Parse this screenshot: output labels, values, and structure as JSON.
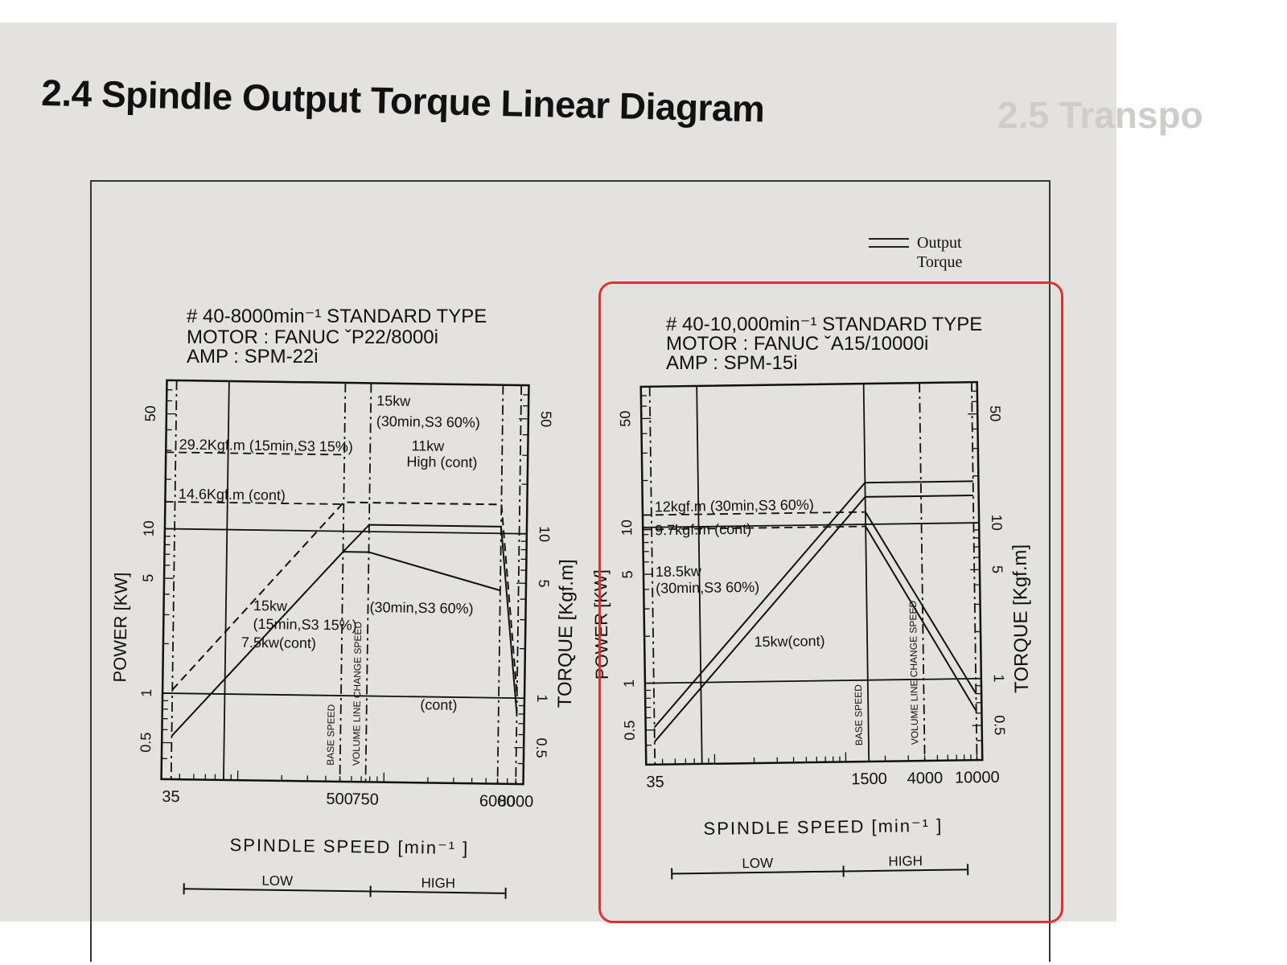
{
  "page": {
    "title": "2.4 Spindle Output Torque Linear Diagram",
    "ghost_heading": "2.5 Transpo",
    "legend": {
      "line1": "Output",
      "line2": "Torque"
    }
  },
  "chart_data": [
    {
      "type": "line",
      "header": {
        "line1": "# 40-8000min⁻¹   STANDARD TYPE",
        "line2": "MOTOR : FANUC  ˇP22/8000i",
        "line3": "AMP : SPM-22i"
      },
      "xscale": "log",
      "xlim": [
        30,
        9000
      ],
      "ylim": [
        0.3,
        80
      ],
      "x_ticks": [
        {
          "v": 35,
          "label": "35"
        },
        {
          "v": 500,
          "label": "500"
        },
        {
          "v": 750,
          "label": "750"
        },
        {
          "v": 6000,
          "label": "6000"
        },
        {
          "v": 8000,
          "label": "8000"
        }
      ],
      "y_ticks": [
        {
          "v": 0.5,
          "label": "0.5"
        },
        {
          "v": 1,
          "label": "1"
        },
        {
          "v": 5,
          "label": "5"
        },
        {
          "v": 10,
          "label": "10"
        },
        {
          "v": 50,
          "label": "50"
        }
      ],
      "xlabel": "SPINDLE  SPEED  [min⁻¹ ]",
      "ylabel_left": "POWER  [KW]",
      "ylabel_right": "TORQUE  [Kgf.m]",
      "vlines": [
        {
          "x": 35,
          "style": "dashdot",
          "label": ""
        },
        {
          "x": 80,
          "style": "solid",
          "label": ""
        },
        {
          "x": 500,
          "style": "dashdot",
          "label": "BASE SPEED"
        },
        {
          "x": 750,
          "style": "dashdot",
          "label": "VOLUME LINE CHANGE SPEED"
        },
        {
          "x": 6000,
          "style": "dashdot",
          "label": ""
        },
        {
          "x": 8000,
          "style": "dashdot",
          "label": ""
        }
      ],
      "hlines": [
        {
          "y": 1,
          "x0": 30,
          "x1": 9000,
          "style": "solid"
        },
        {
          "y": 10,
          "x0": 30,
          "x1": 9000,
          "style": "solid"
        },
        {
          "y": 29.2,
          "x0": 30,
          "x1": 500,
          "style": "dashed"
        },
        {
          "y": 14.6,
          "x0": 30,
          "x1": 500,
          "style": "dashed"
        }
      ],
      "series": [
        {
          "style": "dashed",
          "x": [
            35,
            500,
            750,
            6000,
            8000
          ],
          "y": [
            1.05,
            15,
            15,
            15,
            1.05
          ]
        },
        {
          "style": "solid",
          "x": [
            35,
            500,
            750,
            6000,
            8000
          ],
          "y": [
            0.55,
            7.5,
            11,
            11,
            0.8
          ]
        },
        {
          "style": "solid",
          "x": [
            500,
            750,
            6000
          ],
          "y": [
            7.5,
            7.5,
            4.5
          ]
        }
      ],
      "annotations": [
        {
          "x": 36,
          "y": 29.2,
          "text": "29.2Kgf.m  (15min,S3  15%)"
        },
        {
          "x": 36,
          "y": 14.6,
          "text": "14.6Kgf.m  (cont)"
        },
        {
          "x": 800,
          "y": 56,
          "text": "15kw"
        },
        {
          "x": 800,
          "y": 42,
          "text": "(30min,S3  60%)"
        },
        {
          "x": 1400,
          "y": 30,
          "text": "11kw"
        },
        {
          "x": 1300,
          "y": 24,
          "text": "High  (cont)"
        },
        {
          "x": 120,
          "y": 3.1,
          "text": "15kw"
        },
        {
          "x": 120,
          "y": 2.4,
          "text": "(15min,S3  15%)"
        },
        {
          "x": 100,
          "y": 1.85,
          "text": "7.5kw(cont)"
        },
        {
          "x": 750,
          "y": 3.1,
          "text": "(30min,S3  60%)"
        },
        {
          "x": 1700,
          "y": 0.8,
          "text": "(cont)"
        }
      ],
      "low_high_bar": {
        "low": "LOW",
        "high": "HIGH"
      }
    },
    {
      "type": "line",
      "header": {
        "line1": "# 40-10,000min⁻¹   STANDARD TYPE",
        "line2": "MOTOR : FANUC  ˇA15/10000i",
        "line3": "AMP : SPM-15i"
      },
      "xscale": "log",
      "xlim": [
        30,
        11000
      ],
      "ylim": [
        0.3,
        80
      ],
      "x_ticks": [
        {
          "v": 35,
          "label": "35"
        },
        {
          "v": 1500,
          "label": "1500"
        },
        {
          "v": 4000,
          "label": "4000"
        },
        {
          "v": 10000,
          "label": "10000"
        }
      ],
      "y_ticks": [
        {
          "v": 0.5,
          "label": "0.5"
        },
        {
          "v": 1,
          "label": "1"
        },
        {
          "v": 5,
          "label": "5"
        },
        {
          "v": 10,
          "label": "10"
        },
        {
          "v": 50,
          "label": "50"
        }
      ],
      "xlabel": "SPINDLE  SPEED  [min⁻¹ ]",
      "ylabel_left": "POWER  [KW]",
      "ylabel_right": "TORQUE  [Kgf.m]",
      "vlines": [
        {
          "x": 35,
          "style": "dashdot",
          "label": ""
        },
        {
          "x": 80,
          "style": "solid",
          "label": ""
        },
        {
          "x": 1500,
          "style": "solid",
          "label": "BASE SPEED"
        },
        {
          "x": 4000,
          "style": "dashdot",
          "label": "VOLUME LINE CHANGE SPEED"
        },
        {
          "x": 10000,
          "style": "dashdot",
          "label": ""
        }
      ],
      "hlines": [
        {
          "y": 1,
          "x0": 30,
          "x1": 11000,
          "style": "solid"
        },
        {
          "y": 10,
          "x0": 30,
          "x1": 11000,
          "style": "solid"
        },
        {
          "y": 12,
          "x0": 30,
          "x1": 1500,
          "style": "dashed"
        },
        {
          "y": 9.7,
          "x0": 30,
          "x1": 1500,
          "style": "dashed"
        }
      ],
      "series": [
        {
          "style": "solid",
          "x": [
            35,
            1500,
            10000
          ],
          "y": [
            0.52,
            18.5,
            18.5
          ]
        },
        {
          "style": "solid",
          "x": [
            35,
            1500,
            10000
          ],
          "y": [
            0.42,
            15,
            15
          ]
        },
        {
          "style": "solid",
          "x": [
            1500,
            10000
          ],
          "y": [
            12,
            0.8
          ]
        },
        {
          "style": "solid",
          "x": [
            1500,
            10000
          ],
          "y": [
            9.7,
            0.62
          ]
        }
      ],
      "annotations": [
        {
          "x": 36,
          "y": 12,
          "text": "12kgf.m   (30min,S3  60%)"
        },
        {
          "x": 36,
          "y": 8.5,
          "text": "9.7kgf.m (cont)"
        },
        {
          "x": 36,
          "y": 4.6,
          "text": "18.5kw"
        },
        {
          "x": 36,
          "y": 3.6,
          "text": "(30min,S3  60%)"
        },
        {
          "x": 200,
          "y": 1.6,
          "text": "15kw(cont)"
        }
      ],
      "low_high_bar": {
        "low": "LOW",
        "high": "HIGH"
      }
    }
  ]
}
